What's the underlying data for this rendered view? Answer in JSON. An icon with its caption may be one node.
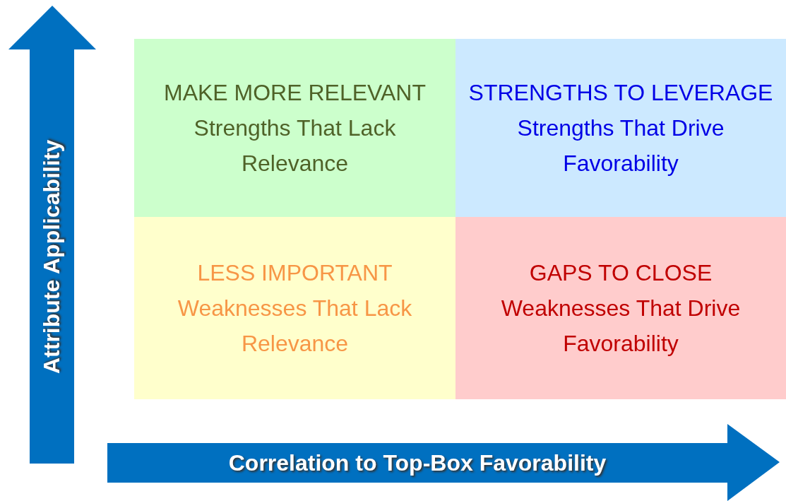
{
  "diagram": {
    "nodes": [
      {
        "text": [
          "MAKE MORE RELEVANT",
          "Strengths That Lack Relevance"
        ]
      },
      {
        "text": [
          "STRENGTHS TO LEVERAGE",
          "Strengths That Drive Favorability"
        ]
      },
      {
        "text": [
          "LESS IMPORTANT",
          "Weaknesses That Lack Relevance"
        ]
      },
      {
        "text": [
          "GAPS TO CLOSE",
          "Weaknesses That Drive Favorability"
        ]
      },
      {
        "text": [
          "Attribute Applicability"
        ]
      },
      {
        "text": [
          "Correlation to Top-Box Favorability"
        ]
      }
    ],
    "edges": []
  }
}
